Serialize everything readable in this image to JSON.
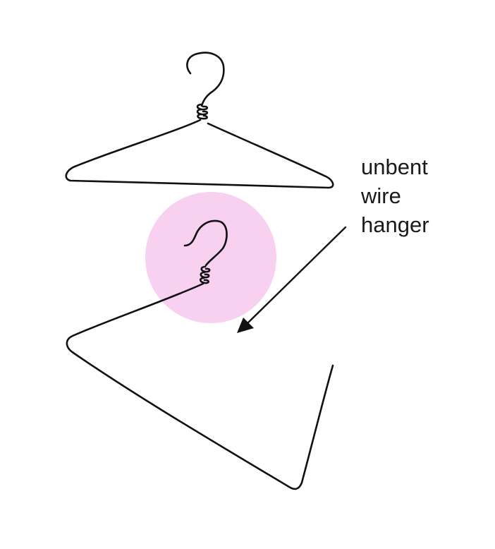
{
  "annotation": {
    "lines": [
      "unbent",
      "wire",
      "hanger"
    ]
  },
  "colors": {
    "background": "#ffffff",
    "wire": "#111111",
    "highlight": "#f8d0f0",
    "text": "#1a1a1a"
  },
  "icons": {
    "intact_hanger": "wire-hanger-icon",
    "unbent_hanger": "unbent-wire-hanger-icon",
    "arrow": "arrow-icon",
    "highlight": "highlight-circle"
  }
}
